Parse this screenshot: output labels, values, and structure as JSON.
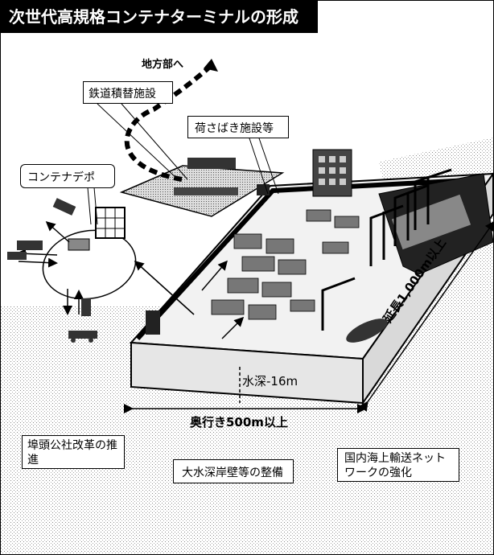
{
  "title": "次世代高規格コンテナターミナルの形成",
  "labels": {
    "region": "地方部へ",
    "rail_facility": "鉄道積替施設",
    "handling_facility": "荷さばき施設等",
    "container_depot": "コンテナデポ",
    "water_depth": "水深-16m",
    "depth_length": "奥行き500m以上",
    "berth_length": "延長1,000m以上"
  },
  "measures": {
    "left": "埠頭公社改革の推進",
    "center": "大水深岸壁等の整備",
    "right": "国内海上輸送ネットワークの強化"
  },
  "colors": {
    "title_bg": "#000000",
    "title_fg": "#ffffff",
    "text": "#000000"
  }
}
